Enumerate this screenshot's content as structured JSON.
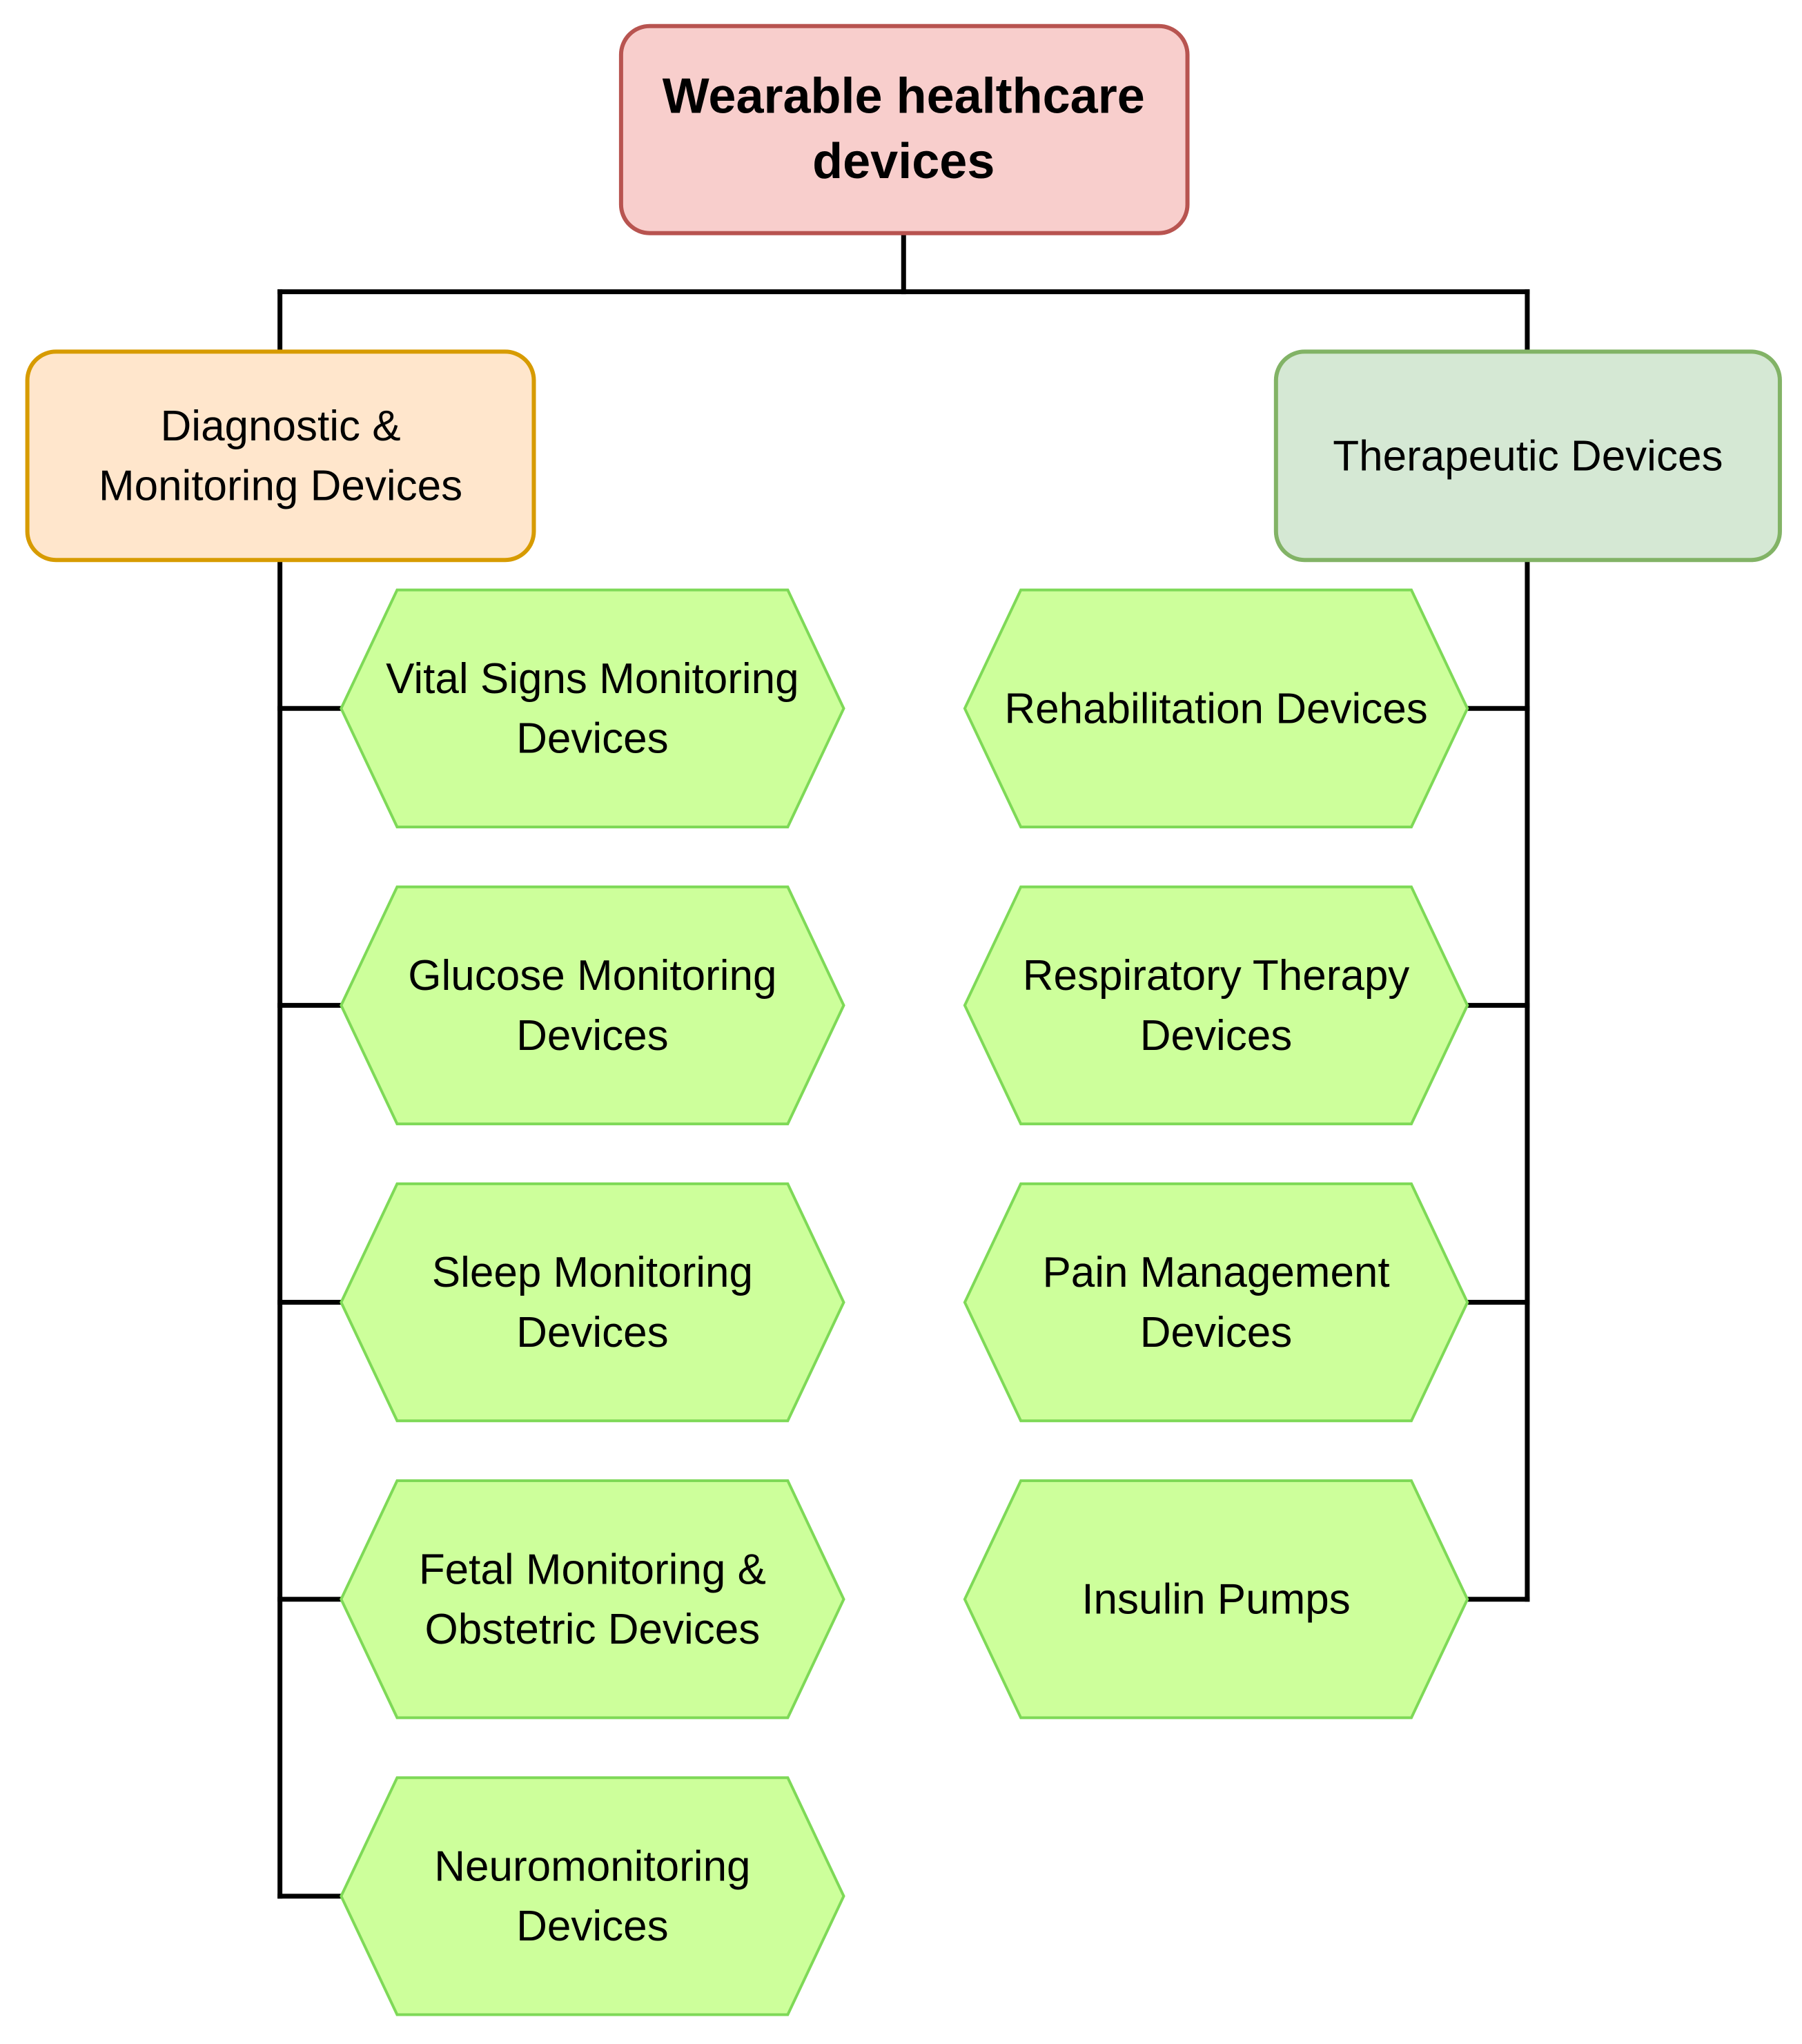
{
  "root": {
    "lines": [
      "Wearable healthcare",
      "devices"
    ],
    "fill": "#f8cecc",
    "stroke": "#b85450"
  },
  "categories": [
    {
      "lines": [
        "Diagnostic &",
        "Monitoring Devices"
      ],
      "fill": "#ffe6cc",
      "stroke": "#d79b00",
      "items": [
        {
          "lines": [
            "Vital Signs Monitoring",
            "Devices"
          ]
        },
        {
          "lines": [
            "Glucose Monitoring",
            "Devices"
          ]
        },
        {
          "lines": [
            "Sleep Monitoring",
            "Devices"
          ]
        },
        {
          "lines": [
            "Fetal Monitoring &",
            "Obstetric Devices"
          ]
        },
        {
          "lines": [
            "Neuromonitoring",
            "Devices"
          ]
        }
      ]
    },
    {
      "lines": [
        "Therapeutic Devices"
      ],
      "fill": "#d5e8d4",
      "stroke": "#82b366",
      "items": [
        {
          "lines": [
            "Rehabilitation Devices"
          ]
        },
        {
          "lines": [
            "Respiratory Therapy",
            "Devices"
          ]
        },
        {
          "lines": [
            "Pain Management",
            "Devices"
          ]
        },
        {
          "lines": [
            "Insulin Pumps"
          ]
        }
      ]
    }
  ],
  "item_style": {
    "fill": "#cdff9b",
    "stroke": "#7ed957"
  }
}
